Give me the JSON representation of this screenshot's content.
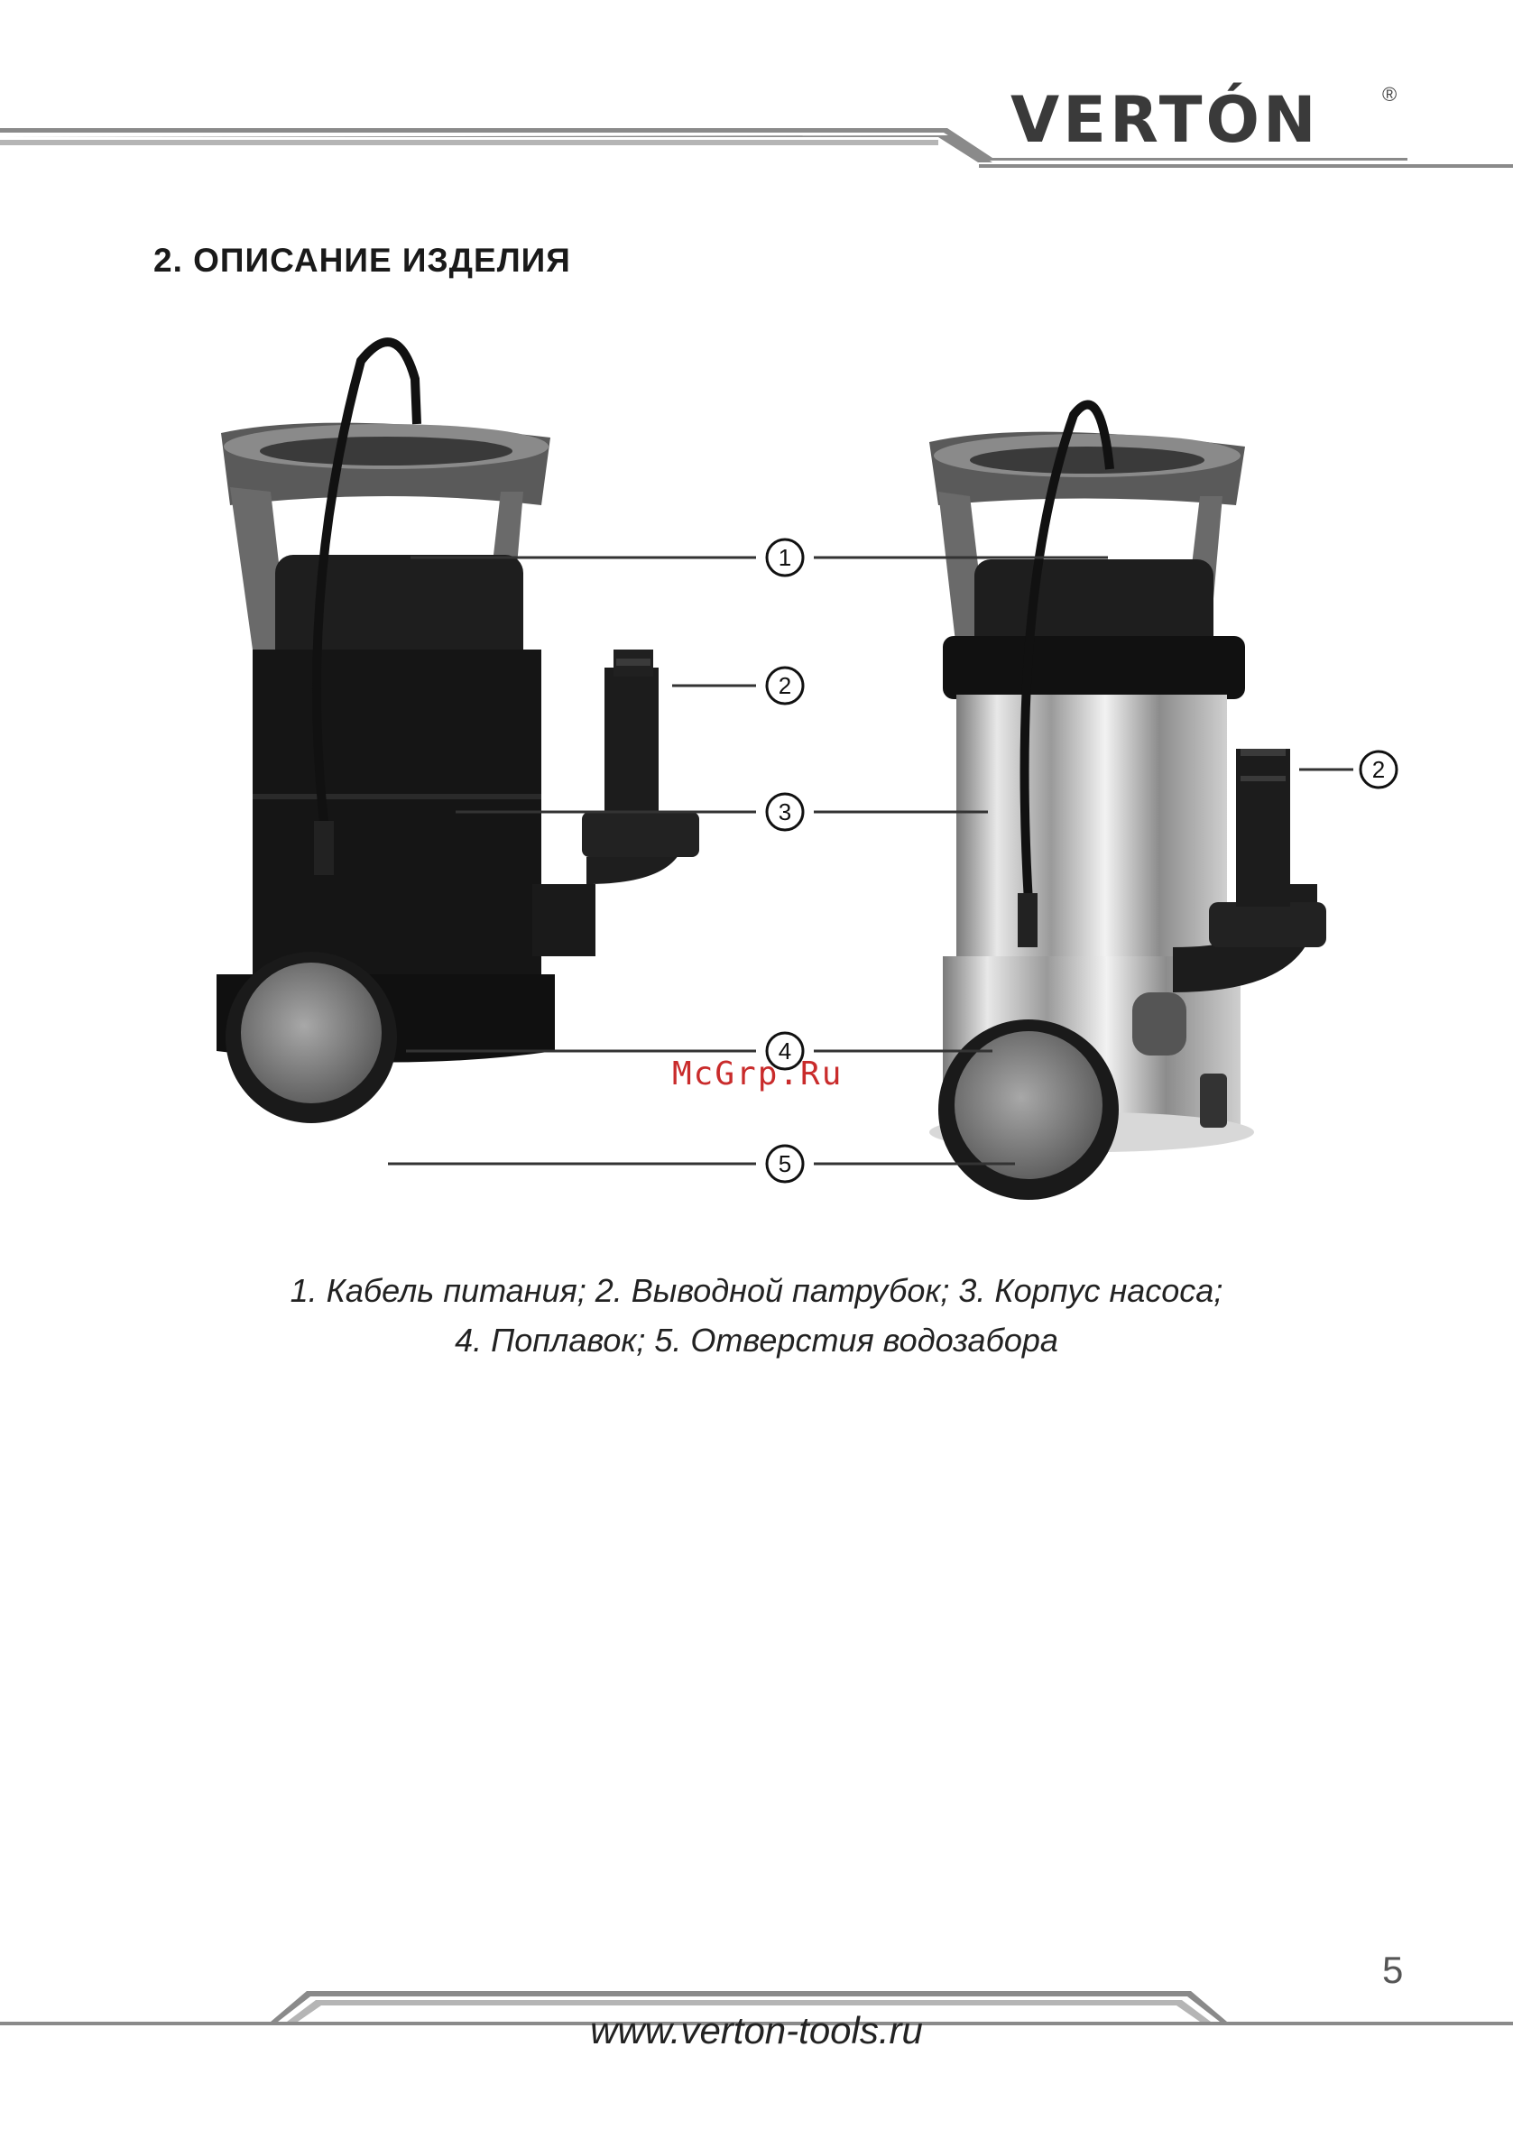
{
  "header": {
    "brand": "VERTÓN",
    "registered": "®"
  },
  "section": {
    "title": "2. ОПИСАНИЕ ИЗДЕЛИЯ"
  },
  "figure": {
    "callouts": [
      "1",
      "2",
      "3",
      "4",
      "5"
    ],
    "callout_second_pump": "2",
    "watermark": "McGrp.Ru"
  },
  "caption": {
    "line1": "1. Кабель питания; 2. Выводной патрубок; 3. Корпус насоса;",
    "line2": "4. Поплавок; 5. Отверстия водозабора"
  },
  "footer": {
    "page_number": "5",
    "url": "www.verton-tools.ru"
  }
}
